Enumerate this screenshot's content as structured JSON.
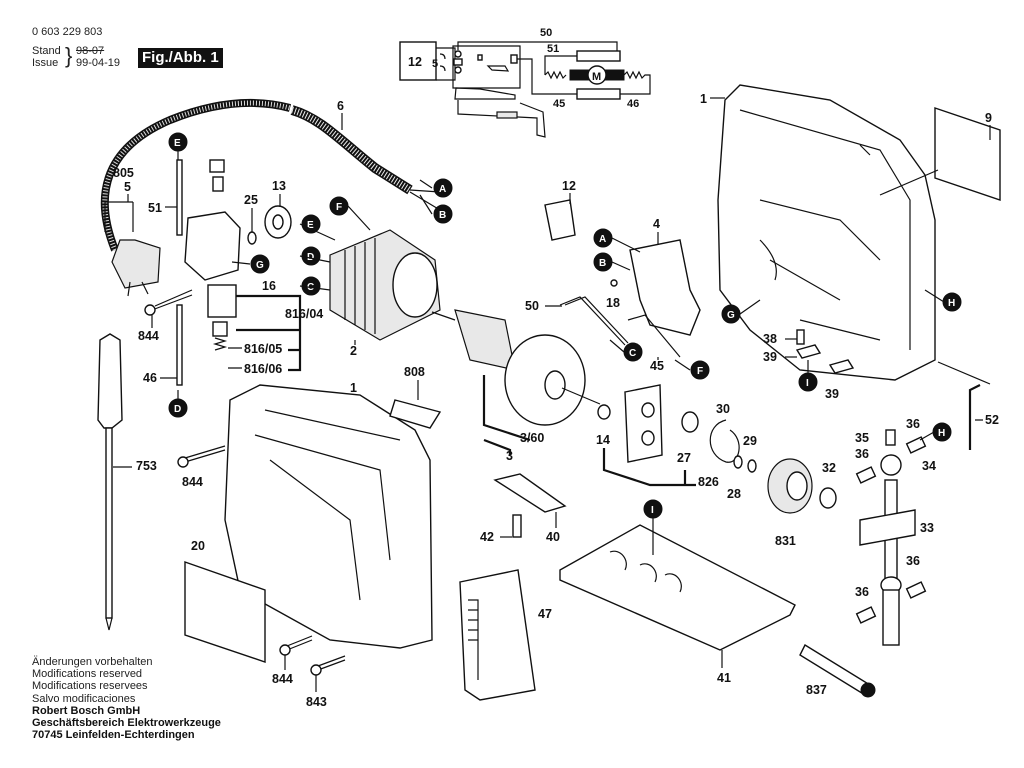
{
  "header": {
    "part_number": "0 603 229 803",
    "stand_label": "Stand",
    "issue_label": "Issue",
    "old_date_struck": "98-07",
    "issue_date": "99-04-19",
    "figure_label": "Fig./Abb. 1"
  },
  "footer": {
    "lines": [
      "Änderungen vorbehalten",
      "Modifications reserved",
      "Modifications reservees",
      "Salvo modificaciones"
    ],
    "company": "Robert Bosch GmbH",
    "division": "Geschäftsbereich Elektrowerkzeuge",
    "address": "70745 Leinfelden-Echterdingen"
  },
  "wiring_diagram": {
    "labels": {
      "switch": "12",
      "terminal": "5",
      "wire_top": "50",
      "wire_51": "51",
      "motor": "M",
      "wire_45": "45",
      "wire_46": "46"
    }
  },
  "part_labels": {
    "p1_housing_right": "1",
    "p1_housing_left": "1",
    "p2": "2",
    "p3": "3",
    "p3_60": "3/60",
    "p4": "4",
    "p5": "5",
    "p6": "6",
    "p9": "9",
    "p12": "12",
    "p13": "13",
    "p14": "14",
    "p16": "16",
    "p18": "18",
    "p20": "20",
    "p25": "25",
    "p27": "27",
    "p28": "28",
    "p29": "29",
    "p30": "30",
    "p32": "32",
    "p33": "33",
    "p34": "34",
    "p35": "35",
    "p36a": "36",
    "p36b": "36",
    "p36c": "36",
    "p36d": "36",
    "p38": "38",
    "p39a": "39",
    "p39b": "39",
    "p40": "40",
    "p41": "41",
    "p42": "42",
    "p45": "45",
    "p46": "46",
    "p47": "47",
    "p50": "50",
    "p51": "51",
    "p52": "52",
    "p753": "753",
    "p805": "805",
    "p808": "808",
    "p816_04": "816/04",
    "p816_05": "816/05",
    "p816_06": "816/06",
    "p826": "826",
    "p831": "831",
    "p837": "837",
    "p843": "843",
    "p844a": "844",
    "p844b": "844",
    "p844c": "844"
  },
  "callouts": {
    "A1": "A",
    "B1": "B",
    "A2": "A",
    "B2": "B",
    "C1": "C",
    "C2": "C",
    "D1": "D",
    "D2": "D",
    "E1": "E",
    "E2": "E",
    "F1": "F",
    "F2": "F",
    "G1": "G",
    "G2": "G",
    "H1": "H",
    "H2": "H",
    "I1": "I",
    "I2": "I"
  }
}
